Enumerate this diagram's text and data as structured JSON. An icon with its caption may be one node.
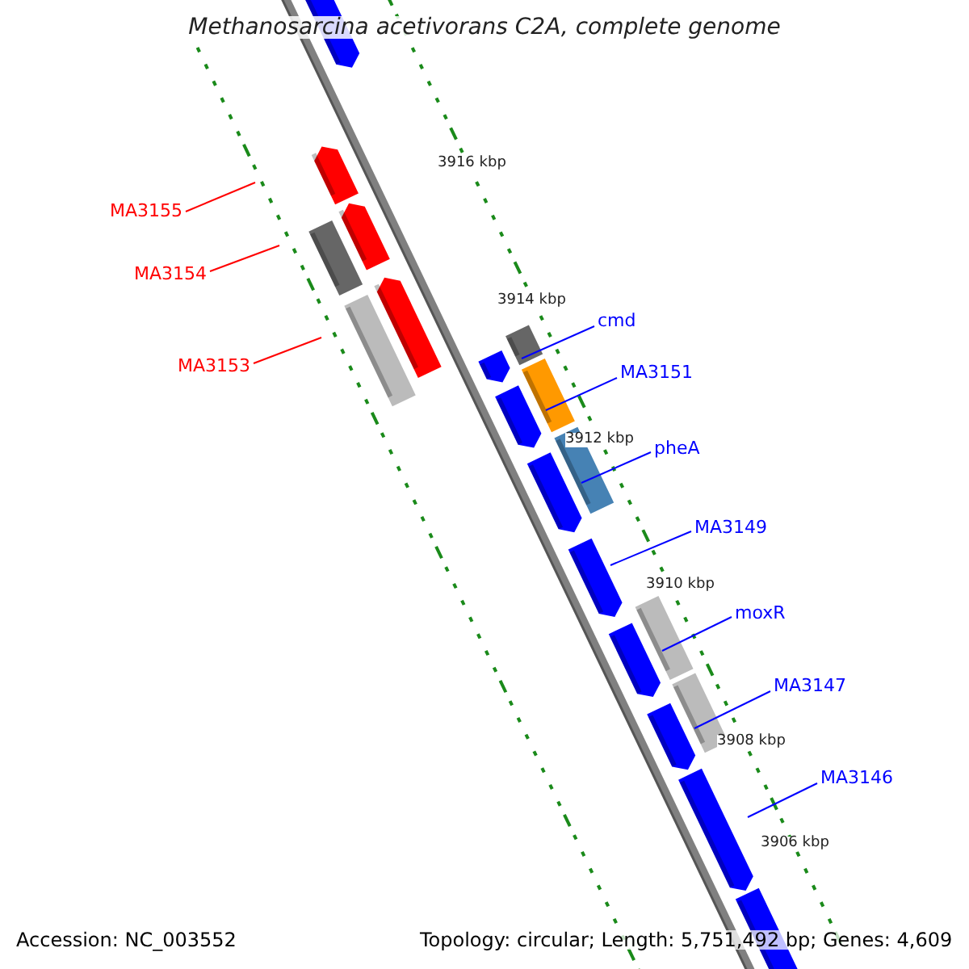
{
  "diagram": {
    "title": "Methanosarcina acetivorans C2A, complete genome",
    "nodes": [
      {
        "text": [
          "MA3155"
        ]
      },
      {
        "text": [
          "MA3154"
        ]
      },
      {
        "text": [
          "MA3153"
        ]
      },
      {
        "text": [
          "cmd"
        ]
      },
      {
        "text": [
          "MA3151"
        ]
      },
      {
        "text": [
          "pheA"
        ]
      },
      {
        "text": [
          "MA3149"
        ]
      },
      {
        "text": [
          "moxR"
        ]
      },
      {
        "text": [
          "MA3147"
        ]
      },
      {
        "text": [
          "MA3146"
        ]
      }
    ],
    "edges": [
      {
        "from": 0,
        "to": null,
        "arrow": "none",
        "color": "#ff0000"
      },
      {
        "from": 1,
        "to": null,
        "arrow": "none",
        "color": "#ff0000"
      },
      {
        "from": 2,
        "to": null,
        "arrow": "none",
        "color": "#ff0000"
      },
      {
        "from": 3,
        "to": null,
        "arrow": "none"
      },
      {
        "from": 4,
        "to": null,
        "arrow": "none"
      },
      {
        "from": 5,
        "to": null,
        "arrow": "none"
      },
      {
        "from": 6,
        "to": null,
        "arrow": "none"
      },
      {
        "from": 7,
        "to": null,
        "arrow": "none"
      },
      {
        "from": 8,
        "to": null,
        "arrow": "none"
      },
      {
        "from": 9,
        "to": null,
        "arrow": "none"
      }
    ],
    "labels": [
      "3916 kbp",
      "3914 kbp",
      "3912 kbp",
      "3910 kbp",
      "3908 kbp",
      "3906 kbp",
      "Accession: NC_003552",
      "Topology: circular; Length: 5,751,492 bp; Genes: 4,609"
    ]
  }
}
